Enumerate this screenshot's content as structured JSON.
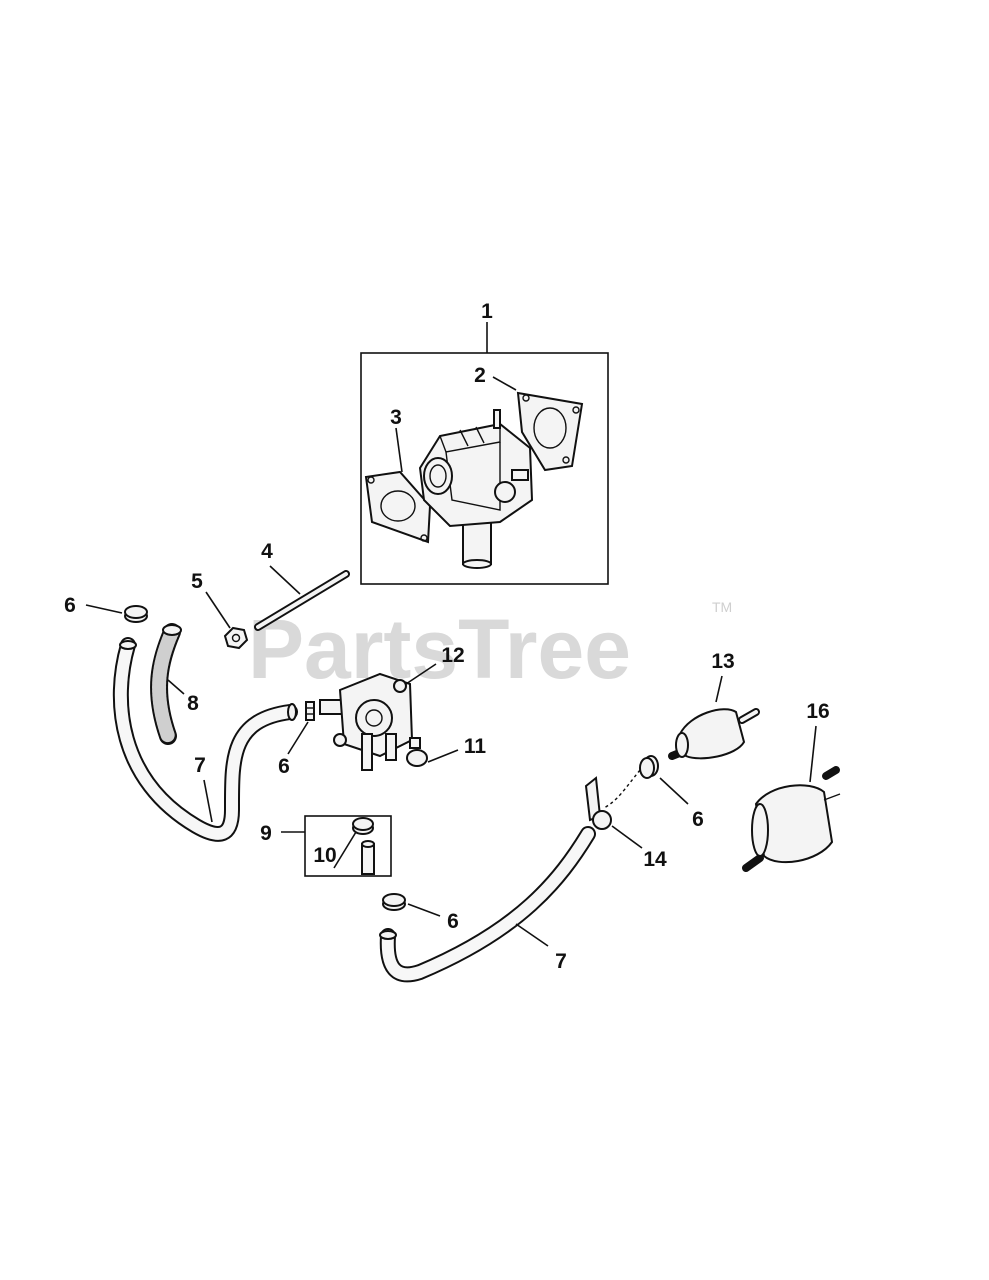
{
  "watermark": {
    "brand": "PartsTree",
    "trademark": "TM"
  },
  "callouts": [
    {
      "id": "callout-1",
      "number": "1"
    },
    {
      "id": "callout-2",
      "number": "2"
    },
    {
      "id": "callout-3",
      "number": "3"
    },
    {
      "id": "callout-4",
      "number": "4"
    },
    {
      "id": "callout-5",
      "number": "5"
    },
    {
      "id": "callout-6-top-left",
      "number": "6"
    },
    {
      "id": "callout-6-mid",
      "number": "6"
    },
    {
      "id": "callout-6-right",
      "number": "6"
    },
    {
      "id": "callout-6-bottom",
      "number": "6"
    },
    {
      "id": "callout-7-left",
      "number": "7"
    },
    {
      "id": "callout-7-bottom",
      "number": "7"
    },
    {
      "id": "callout-8",
      "number": "8"
    },
    {
      "id": "callout-9",
      "number": "9"
    },
    {
      "id": "callout-10",
      "number": "10"
    },
    {
      "id": "callout-11",
      "number": "11"
    },
    {
      "id": "callout-12",
      "number": "12"
    },
    {
      "id": "callout-13",
      "number": "13"
    },
    {
      "id": "callout-14",
      "number": "14"
    },
    {
      "id": "callout-16",
      "number": "16"
    }
  ]
}
